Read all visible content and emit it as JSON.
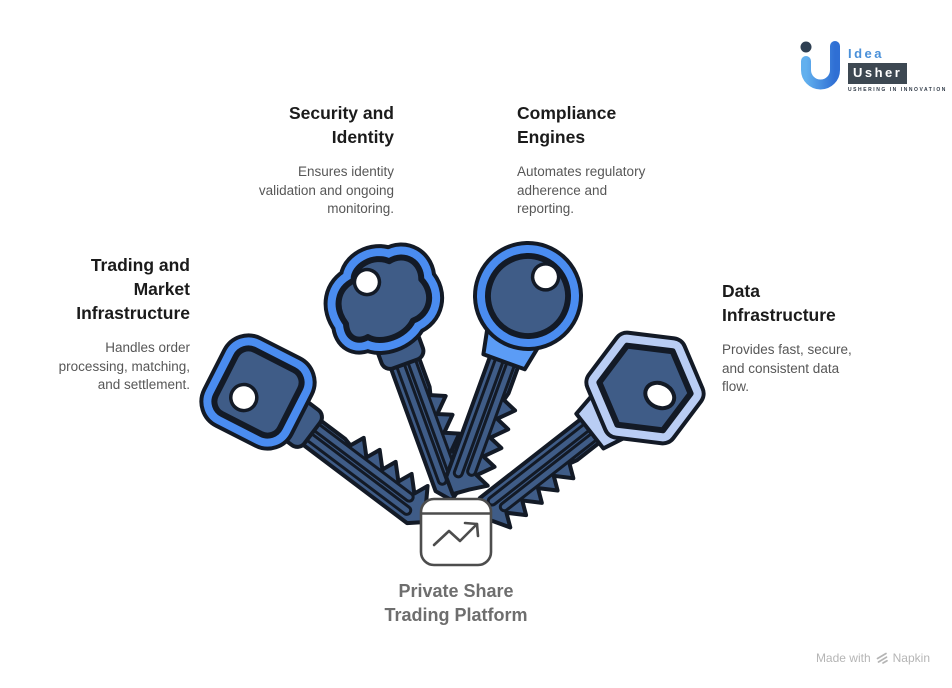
{
  "logo": {
    "idea": "Idea",
    "usher": "Usher",
    "tagline": "USHERING IN INNOVATION"
  },
  "nodes": {
    "trading": {
      "title": "Trading and\nMarket\nInfrastructure",
      "desc": "Handles order\nprocessing, matching,\nand settlement."
    },
    "security": {
      "title": "Security and\nIdentity",
      "desc": "Ensures identity\nvalidation and ongoing\nmonitoring."
    },
    "compliance": {
      "title": "Compliance\nEngines",
      "desc": "Automates regulatory\nadherence and\nreporting."
    },
    "data": {
      "title": "Data\nInfrastructure",
      "desc": "Provides fast, secure,\nand consistent data\nflow."
    }
  },
  "center": {
    "label": "Private Share\nTrading Platform"
  },
  "footer": {
    "made_with": "Made with",
    "brand": "Napkin"
  },
  "colors": {
    "key_rim_blue": "#4a8cf0",
    "key_rim_light": "#b9cdf4",
    "key_collar_blue": "#5b9cf6",
    "key_body": "#3f5c87",
    "key_outline": "#131a26",
    "icon_stroke": "#4d4d4d",
    "logo_blue": "#4a90d9",
    "logo_box": "#3d4852"
  }
}
